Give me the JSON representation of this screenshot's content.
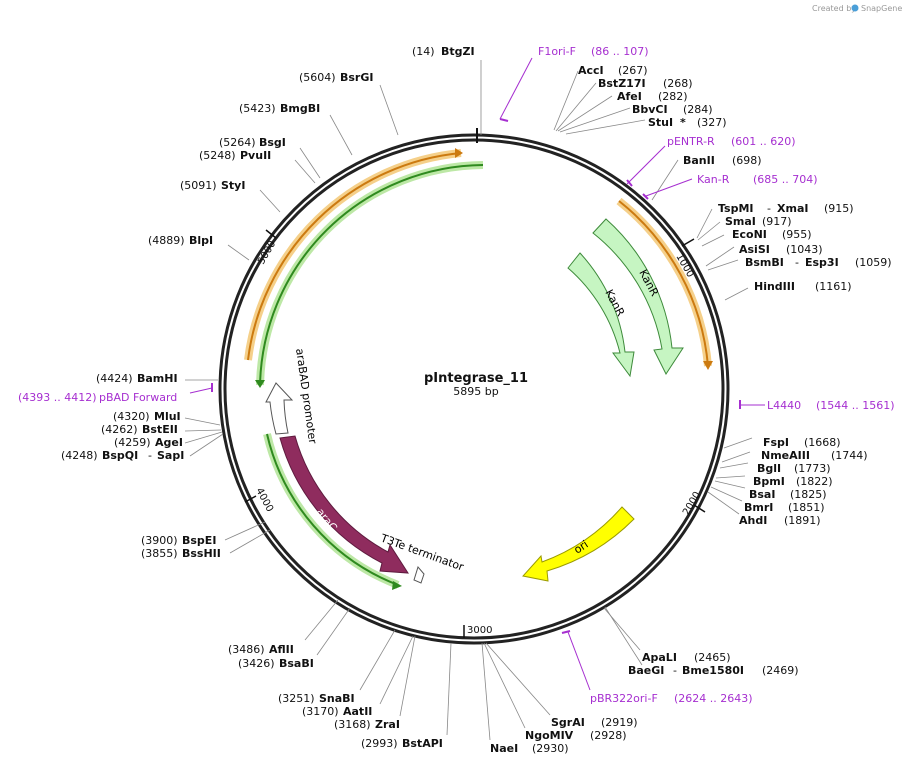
{
  "credit": {
    "created_by": "Created by",
    "brand": "SnapGene"
  },
  "plasmid": {
    "name": "pIntegrase_11",
    "size": "5895 bp",
    "length_bp": 5895
  },
  "ticks": [
    "1000",
    "2000",
    "3000",
    "4000",
    "5000"
  ],
  "sites": [
    {
      "name": "BtgZI",
      "pos": "(14)"
    },
    {
      "name": "BsrGI",
      "pos": "(5604)"
    },
    {
      "name": "BmgBI",
      "pos": "(5423)"
    },
    {
      "name": "BsgI",
      "pos": "(5264)"
    },
    {
      "name": "PvuII",
      "pos": "(5248)"
    },
    {
      "name": "StyI",
      "pos": "(5091)"
    },
    {
      "name": "BlpI",
      "pos": "(4889)"
    },
    {
      "name": "BamHI",
      "pos": "(4424)"
    },
    {
      "name": "MluI",
      "pos": "(4320)"
    },
    {
      "name": "BstEII",
      "pos": "(4262)"
    },
    {
      "name": "AgeI",
      "pos": "(4259)"
    },
    {
      "name": "BspQI",
      "name2": "SapI",
      "pos": "(4248)"
    },
    {
      "name": "BspEI",
      "pos": "(3900)"
    },
    {
      "name": "BssHII",
      "pos": "(3855)"
    },
    {
      "name": "AflII",
      "pos": "(3486)"
    },
    {
      "name": "BsaBI",
      "pos": "(3426)"
    },
    {
      "name": "SnaBI",
      "pos": "(3251)"
    },
    {
      "name": "AatII",
      "pos": "(3170)"
    },
    {
      "name": "ZraI",
      "pos": "(3168)"
    },
    {
      "name": "BstAPI",
      "pos": "(2993)"
    },
    {
      "name": "NaeI",
      "pos": "(2930)"
    },
    {
      "name": "NgoMIV",
      "pos": "(2928)"
    },
    {
      "name": "SgrAI",
      "pos": "(2919)"
    },
    {
      "name": "BaeGI",
      "name2": "Bme1580I",
      "pos": "(2469)"
    },
    {
      "name": "ApaLI",
      "pos": "(2465)"
    },
    {
      "name": "AhdI",
      "pos": "(1891)"
    },
    {
      "name": "BmrI",
      "pos": "(1851)"
    },
    {
      "name": "BsaI",
      "pos": "(1825)"
    },
    {
      "name": "BpmI",
      "pos": "(1822)"
    },
    {
      "name": "BglI",
      "pos": "(1773)"
    },
    {
      "name": "NmeAIII",
      "pos": "(1744)"
    },
    {
      "name": "FspI",
      "pos": "(1668)"
    },
    {
      "name": "HindIII",
      "pos": "(1161)"
    },
    {
      "name": "BsmBI",
      "name2": "Esp3I",
      "pos": "(1059)"
    },
    {
      "name": "AsiSI",
      "pos": "(1043)"
    },
    {
      "name": "EcoNI",
      "pos": "(955)"
    },
    {
      "name": "SmaI",
      "pos": "(917)"
    },
    {
      "name": "TspMI",
      "name2": "XmaI",
      "pos": "(915)"
    },
    {
      "name": "BanII",
      "pos": "(698)"
    },
    {
      "name": "StuI",
      "star": "*",
      "pos": "(327)"
    },
    {
      "name": "BbvCI",
      "pos": "(284)"
    },
    {
      "name": "AfeI",
      "pos": "(282)"
    },
    {
      "name": "BstZ17I",
      "pos": "(268)"
    },
    {
      "name": "AccI",
      "pos": "(267)"
    }
  ],
  "primers": [
    {
      "name": "F1ori-F",
      "range": "(86 .. 107)"
    },
    {
      "name": "pENTR-R",
      "range": "(601 .. 620)"
    },
    {
      "name": "Kan-R",
      "range": "(685 .. 704)"
    },
    {
      "name": "L4440",
      "range": "(1544 .. 1561)"
    },
    {
      "name": "pBR322ori-F",
      "range": "(2624 .. 2643)"
    },
    {
      "name": "pBAD Forward",
      "range": "(4393 .. 4412)"
    }
  ],
  "features": [
    {
      "name": "KanR",
      "color": "#c6f5c2",
      "stroke": "#3d8a3a"
    },
    {
      "name": "KanR",
      "color": "#c6f5c2",
      "stroke": "#3d8a3a"
    },
    {
      "name": "ori",
      "color": "#ffff00",
      "stroke": "#9a9a00"
    },
    {
      "name": "araC",
      "color": "#8f2c5e",
      "stroke": "#5e1a3e"
    },
    {
      "name": "araBAD promoter",
      "color": "#ffffff",
      "stroke": "#555555"
    },
    {
      "name": "T3Te terminator",
      "color": "#ffffff",
      "stroke": "#555555"
    }
  ],
  "colors": {
    "primer": "#a62fd0",
    "orf_orange": "#e59a2a",
    "orf_green": "#2f8a1f"
  }
}
